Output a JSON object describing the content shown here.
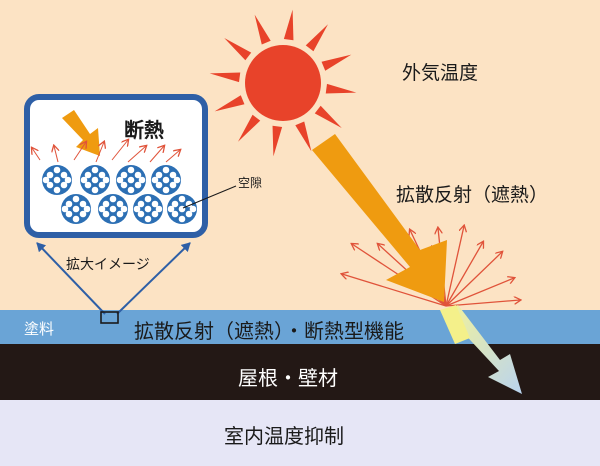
{
  "labels": {
    "outside_temp": "外気温度",
    "scatter_reflection": "拡散反射（遮熱）",
    "zoom_image": "拡大イメージ",
    "air_gap": "空隙",
    "insulation": "断熱",
    "paint": "塗料",
    "function": "拡散反射（遮熱）・断熱型機能",
    "roof_wall": "屋根・壁材",
    "indoor_temp": "室内温度抑制"
  },
  "colors": {
    "sky": "#fce3c4",
    "sun": "#e8432a",
    "ray": "#ef9b10",
    "coating": "#6aa4d6",
    "roof": "#231815",
    "indoor": "#e6e6f6",
    "zoom_frame": "#2e5fa6",
    "bead": "#2c6fb4"
  }
}
